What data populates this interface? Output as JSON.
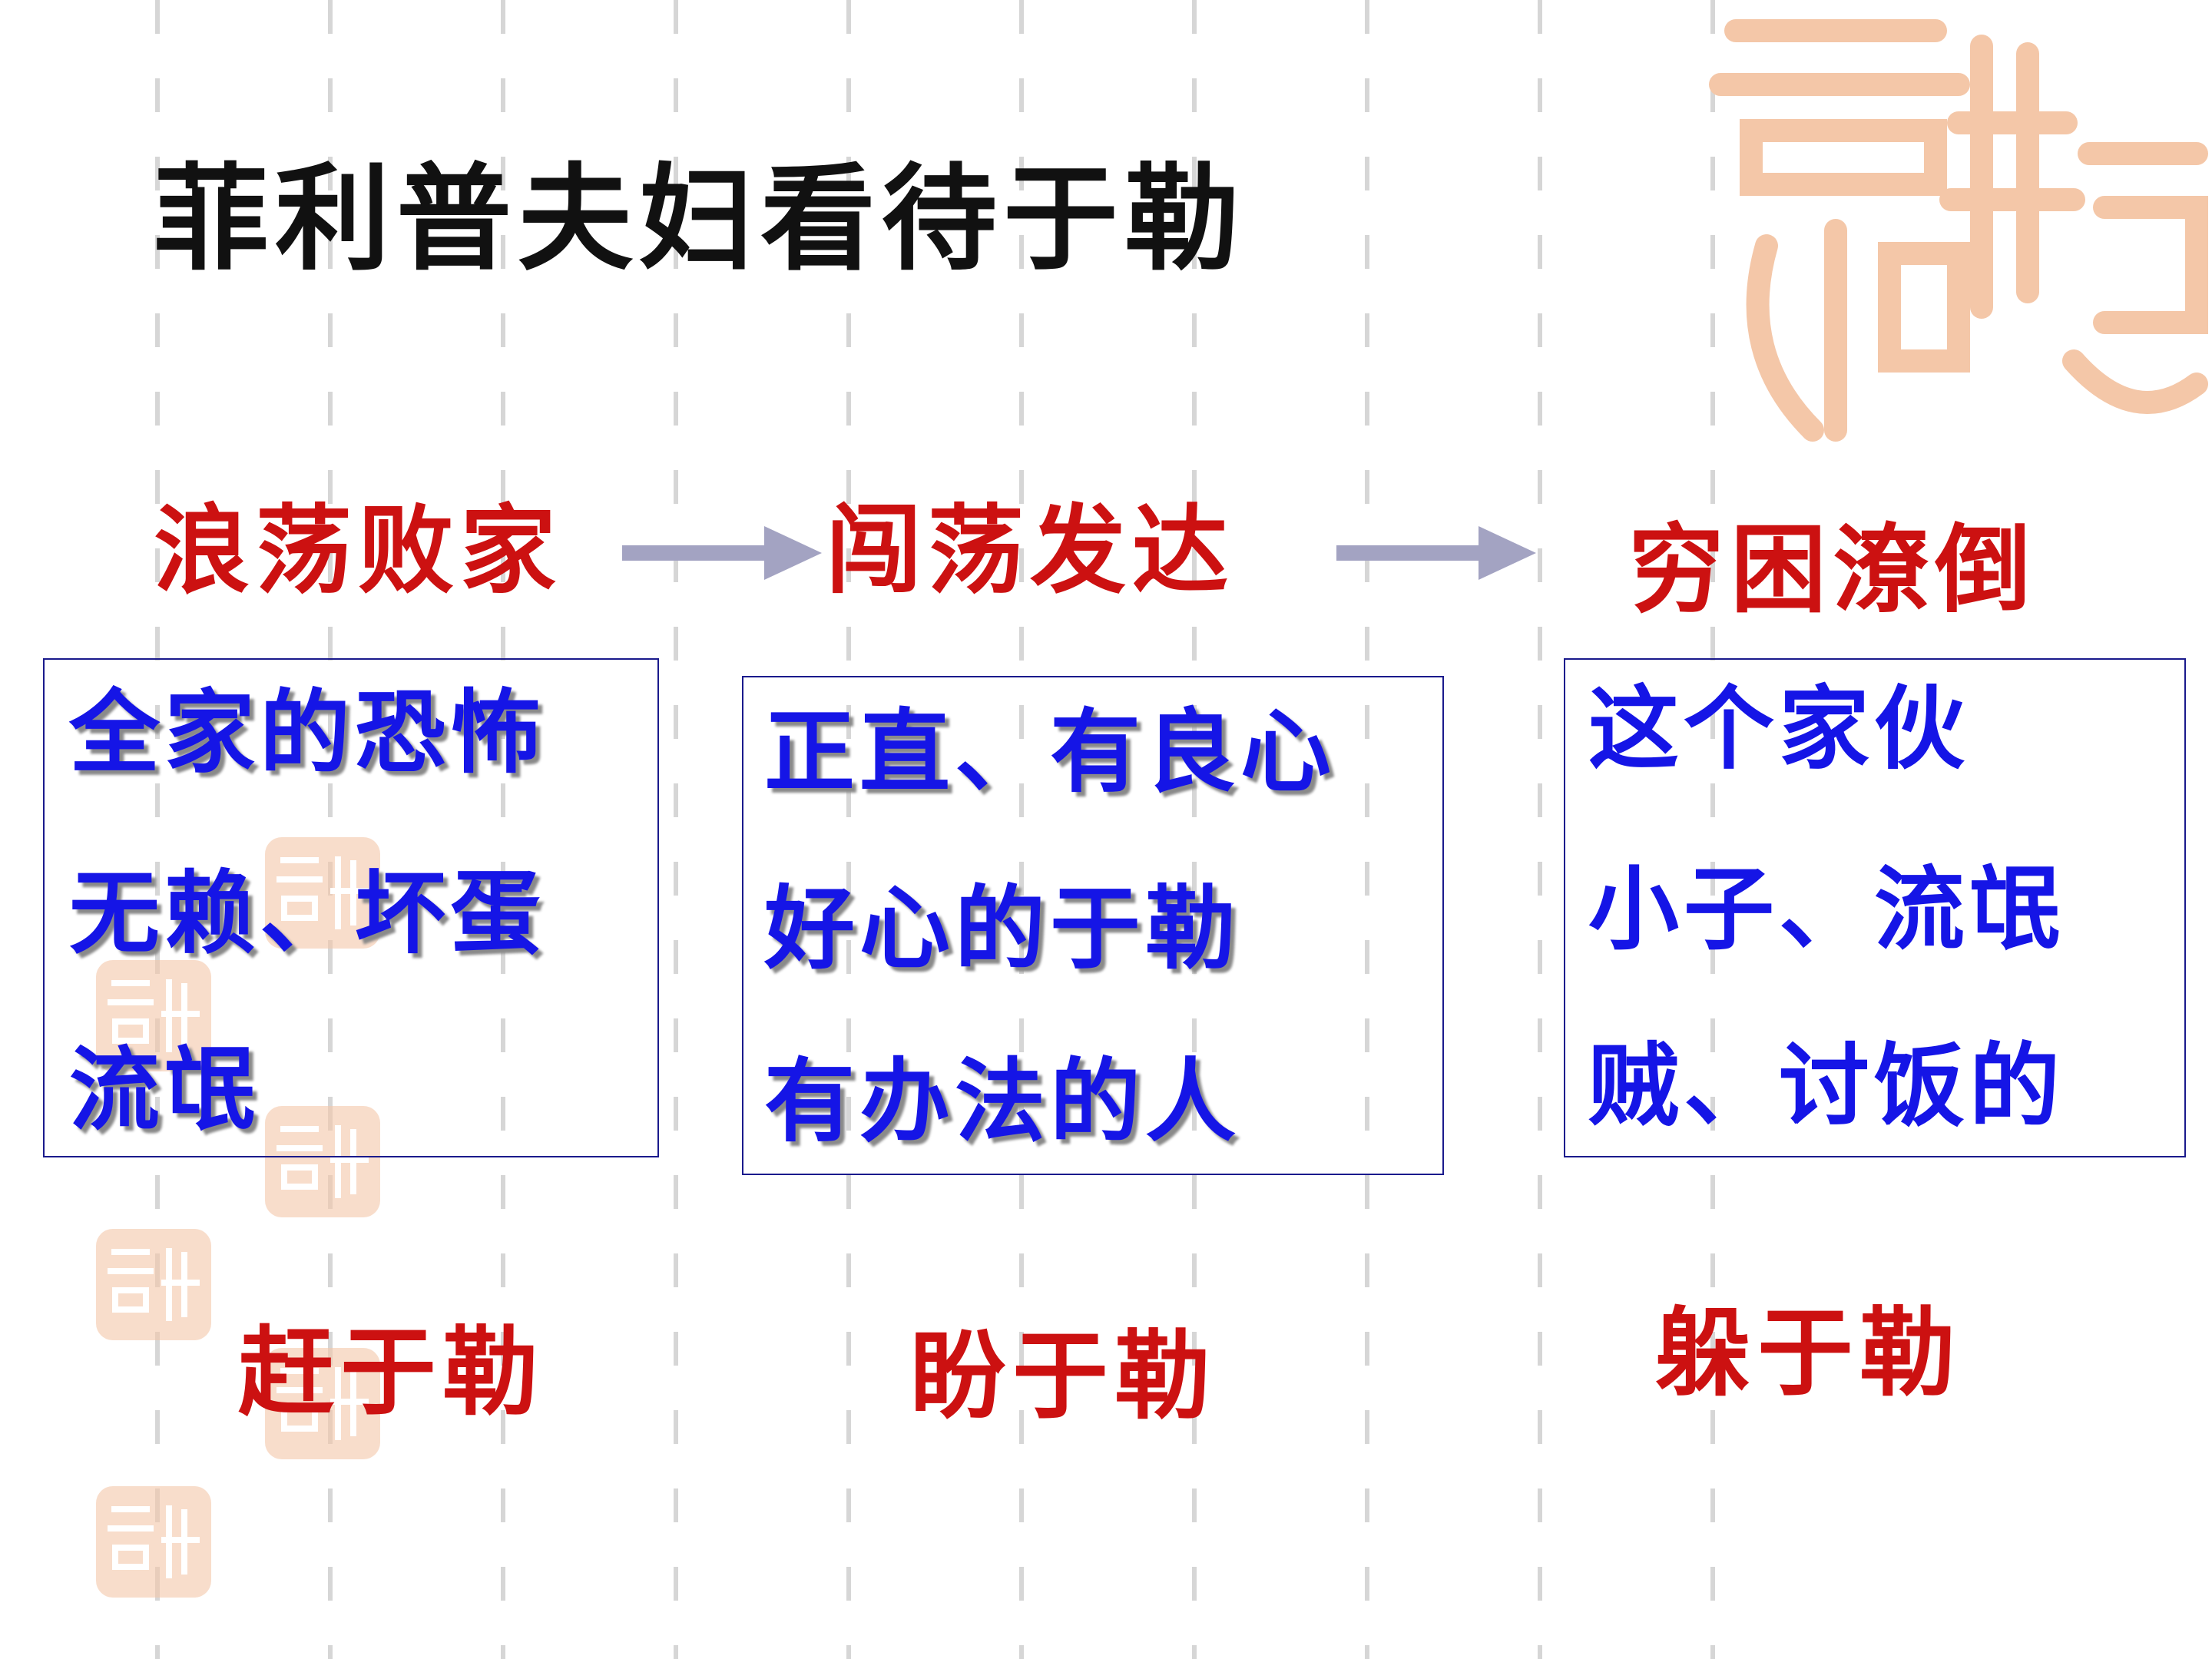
{
  "title": "菲利普夫妇看待于勒",
  "stages": [
    {
      "label": "浪荡败家",
      "lines": [
        "全家的恐怖",
        "无赖、坏蛋",
        "流氓"
      ],
      "attitude": "赶于勒"
    },
    {
      "label": "闯荡发达",
      "lines": [
        "正直、有良心",
        "好心的于勒",
        "有办法的人"
      ],
      "attitude": "盼于勒"
    },
    {
      "label": "穷困潦倒",
      "lines": [
        "这个家伙",
        "小子、流氓",
        "贼、讨饭的"
      ],
      "attitude": "躲于勒"
    }
  ],
  "colors": {
    "stage_text": "#cc1111",
    "box_text": "#1515e6",
    "title_text": "#111111",
    "arrow": "#a3a3c2",
    "box_border": "#1a1a8c",
    "seal": "#f4c7a8"
  },
  "decorations": {
    "seal_icon": "jixiang-seal-icon",
    "arrow_icon": "right-arrow-icon"
  }
}
